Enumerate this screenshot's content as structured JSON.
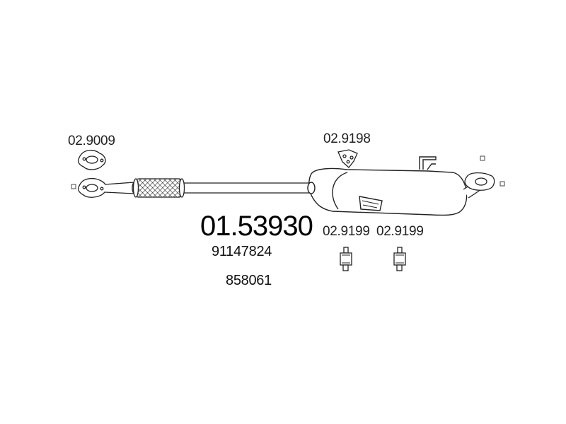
{
  "diagram": {
    "main_part_number": "01.53930",
    "oe_numbers": [
      "91147824",
      "858061"
    ],
    "components": [
      {
        "label": "02.9009",
        "icon": "gasket-icon"
      },
      {
        "label": "02.9198",
        "icon": "gasket-icon"
      },
      {
        "label": "02.9199",
        "icon": "rubber-mount-icon"
      },
      {
        "label": "02.9199",
        "icon": "rubber-mount-icon"
      }
    ],
    "markers": [
      "square-marker-icon",
      "square-marker-icon",
      "square-marker-icon"
    ]
  }
}
